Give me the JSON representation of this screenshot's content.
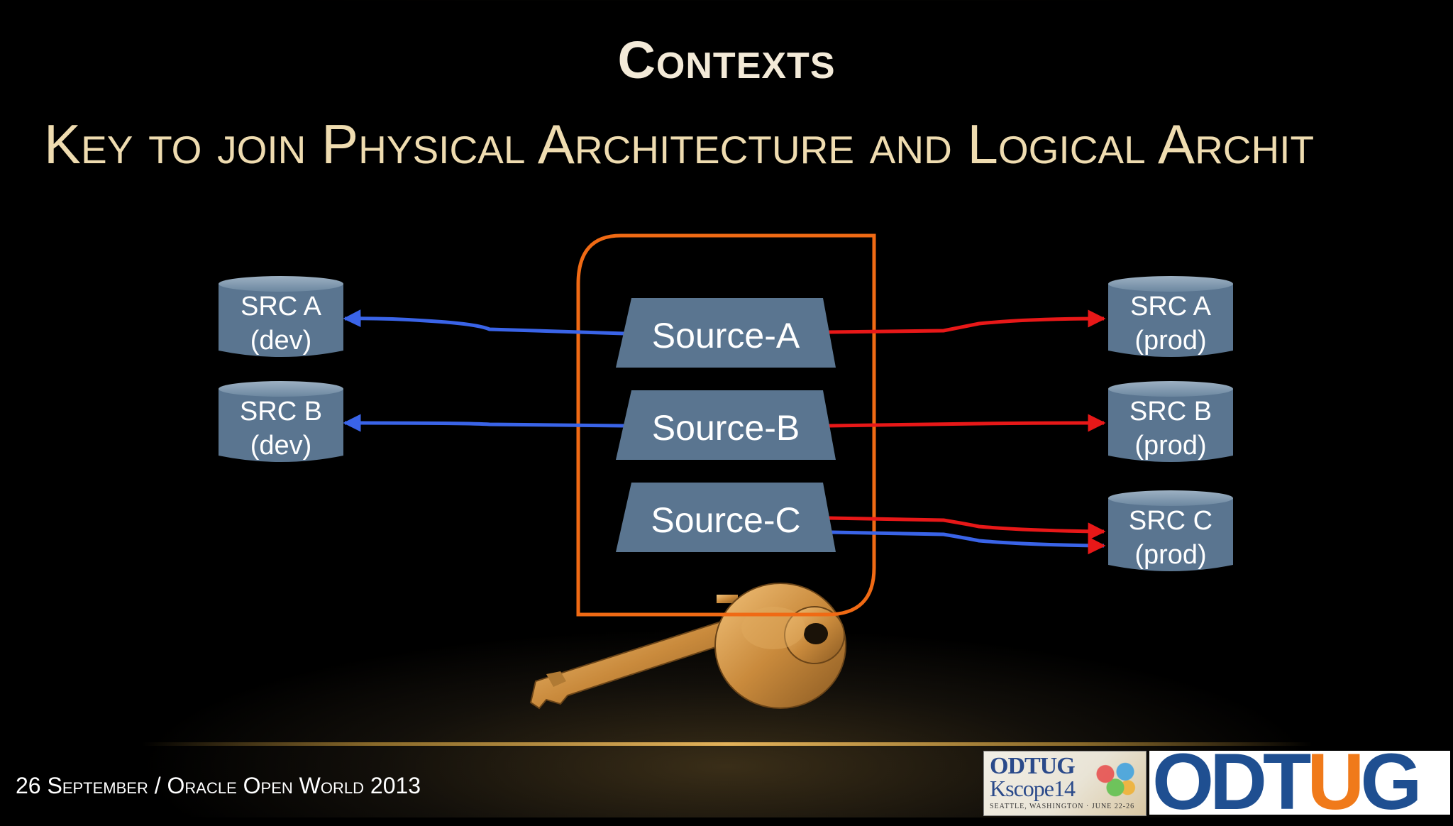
{
  "slide": {
    "title": "Contexts",
    "subtitle": "Key to join Physical Architecture and Logical Archit"
  },
  "diagram": {
    "logical": [
      {
        "id": "A",
        "label": "Source-A"
      },
      {
        "id": "B",
        "label": "Source-B"
      },
      {
        "id": "C",
        "label": "Source-C"
      }
    ],
    "physical_dev": [
      {
        "line1": "SRC A",
        "line2": "(dev)"
      },
      {
        "line1": "SRC B",
        "line2": "(dev)"
      }
    ],
    "physical_prod": [
      {
        "line1": "SRC A",
        "line2": "(prod)"
      },
      {
        "line1": "SRC B",
        "line2": "(prod)"
      },
      {
        "line1": "SRC C",
        "line2": "(prod)"
      }
    ],
    "colors": {
      "dev_arrow": "#3a64e8",
      "prod_arrow": "#e81818",
      "context_box": "#f06a14",
      "node_fill": "#5a7590"
    },
    "icons": {
      "context_key": "key-icon"
    }
  },
  "footer": {
    "date": "26 September / Oracle Open World 2013"
  },
  "logos": {
    "kscope_line1": "ODTUG",
    "kscope_line2": "Kscope14",
    "kscope_line3": "SEATTLE, WASHINGTON · JUNE 22-26",
    "odtug_pre": "ODT",
    "odtug_u": "U",
    "odtug_post": "G"
  }
}
